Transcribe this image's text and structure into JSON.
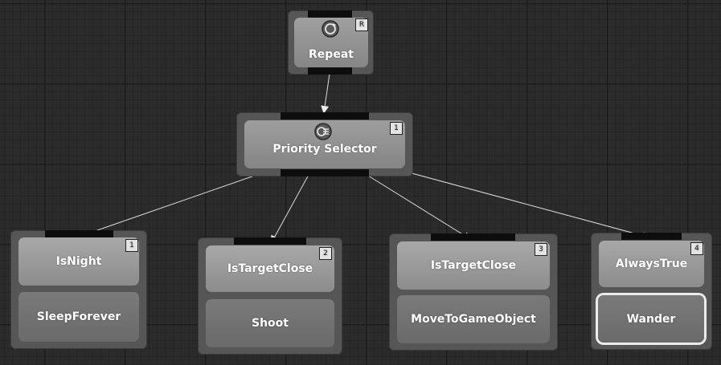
{
  "nodes": {
    "repeat": {
      "label": "Repeat",
      "badge": "R",
      "icon": "repeat-icon"
    },
    "selector": {
      "label": "Priority Selector",
      "badge": "1",
      "icon": "priority-selector-icon"
    },
    "branch1": {
      "badge": "1",
      "condition": "IsNight",
      "action": "SleepForever"
    },
    "branch2": {
      "badge": "2",
      "condition": "IsTargetClose",
      "action": "Shoot"
    },
    "branch3": {
      "badge": "3",
      "condition": "IsTargetClose",
      "action": "MoveToGameObject"
    },
    "branch4": {
      "badge": "4",
      "condition": "AlwaysTrue",
      "action": "Wander"
    }
  },
  "colors": {
    "background": "#2b2b2b",
    "node_body": "#565656",
    "port": "#0d0d0d",
    "link": "#dcdcdc",
    "active_outline": "#ececec"
  }
}
